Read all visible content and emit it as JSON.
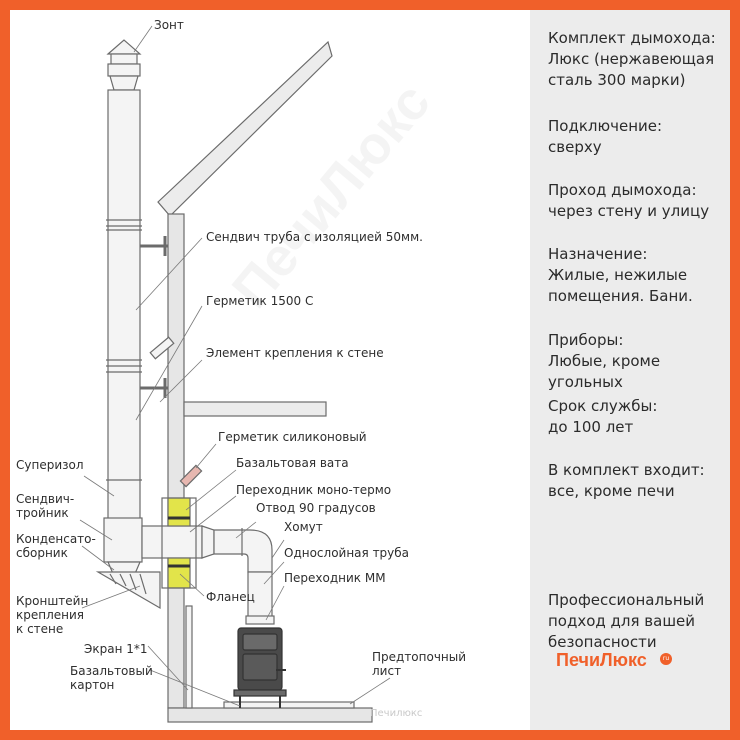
{
  "colors": {
    "frame": "#f0602a",
    "line": "#6b6b6b",
    "pipe_fill": "#f4f4f4",
    "wall_fill": "#e6e6e6",
    "insulation": "#e2e44a",
    "sealant": "#e7b7b0",
    "stove": "#4a4a4a",
    "brand": "#f0602a"
  },
  "labels": {
    "zont": "Зонт",
    "sandwich_pipe": "Сендвич труба с изоляцией 50мм.",
    "germetik": "Герметик 1500 С",
    "wall_mount": "Элемент крепления к стене",
    "silicone": "Герметик силиконовый",
    "basalt_wool": "Базальтовая вата",
    "adapter_mono": "Переходник моно-термо",
    "elbow": "Отвод 90 градусов",
    "clamp": "Хомут",
    "single_pipe": "Однослойная труба",
    "adapter_mm": "Переходник ММ",
    "superizol": "Суперизол",
    "tee": "Сендвич-\nтройник",
    "condensate": "Конденсато-\nсборник",
    "bracket": "Кронштейн\nкрепления\nк стене",
    "flange": "Фланец",
    "screen": "Экран 1*1",
    "basalt_board": "Базальтовый\nкартон",
    "pre_sheet": "Предтопочный\nлист"
  },
  "info": {
    "kit": "Комплект дымохода:\nЛюкс (нержавеющая\nсталь 300 марки)",
    "connection": "Подключение:\nсверху",
    "passage": "Проход дымохода:\nчерез стену и улицу",
    "purpose": "Назначение:\nЖилые, нежилые\nпомещения. Бани.",
    "devices": "Приборы:\nЛюбые, кроме угольных",
    "lifetime": "Срок службы:\nдо 100 лет",
    "included": "В комплект входит:\nвсе, кроме печи",
    "slogan": "Профессиональный\nподход для вашей\nбезопасности"
  },
  "brand": {
    "name": "ПечиЛюкс",
    "badge": "ru",
    "watermark": "Печилюкс",
    "watermark_diag": "ПечиЛюкс"
  }
}
